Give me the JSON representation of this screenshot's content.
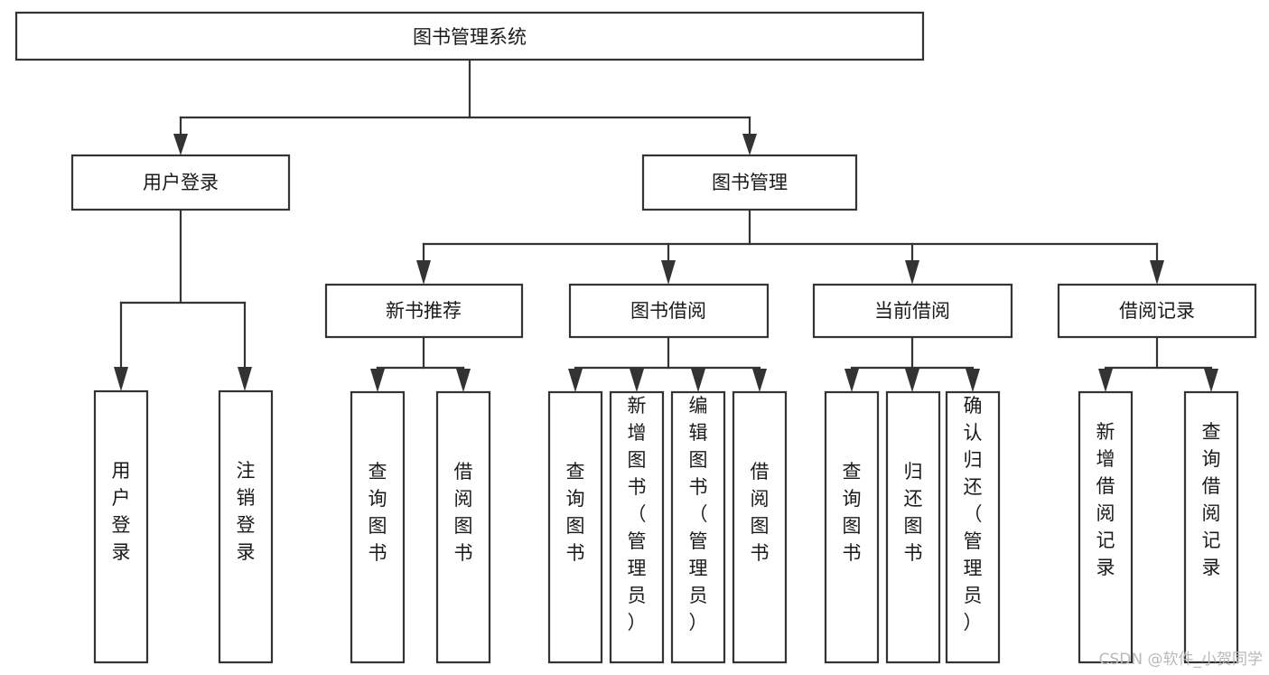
{
  "diagram": {
    "type": "tree-hierarchy-chart",
    "title": "图书管理系统",
    "colors": {
      "background": "#ffffff",
      "box_stroke": "#333333",
      "text": "#1a1a1a",
      "watermark": "#b9b9b9"
    },
    "nodes": {
      "root": {
        "label": "图书管理系统"
      },
      "level1": [
        {
          "id": "user-login",
          "label": "用户登录"
        },
        {
          "id": "book-management",
          "label": "图书管理"
        }
      ],
      "level2": [
        {
          "id": "new-book-recommend",
          "label": "新书推荐"
        },
        {
          "id": "book-borrow",
          "label": "图书借阅"
        },
        {
          "id": "current-borrow",
          "label": "当前借阅"
        },
        {
          "id": "borrow-record",
          "label": "借阅记录"
        }
      ],
      "leaves": {
        "user-login": [
          {
            "id": "leaf-user-login",
            "label": "用户登录"
          },
          {
            "id": "leaf-logout-login",
            "label": "注销登录"
          }
        ],
        "new-book-recommend": [
          {
            "id": "leaf-query-book-1",
            "label": "查询图书"
          },
          {
            "id": "leaf-borrow-book-1",
            "label": "借阅图书"
          }
        ],
        "book-borrow": [
          {
            "id": "leaf-query-book-2",
            "label": "查询图书"
          },
          {
            "id": "leaf-add-book",
            "label": "新增图书（管理员）"
          },
          {
            "id": "leaf-edit-book",
            "label": "编辑图书（管理员）"
          },
          {
            "id": "leaf-borrow-book-2",
            "label": "借阅图书"
          }
        ],
        "current-borrow": [
          {
            "id": "leaf-query-book-3",
            "label": "查询图书"
          },
          {
            "id": "leaf-return-book",
            "label": "归还图书"
          },
          {
            "id": "leaf-confirm-return",
            "label": "确认归还（管理员）"
          }
        ],
        "borrow-record": [
          {
            "id": "leaf-add-record",
            "label": "新增借阅记录"
          },
          {
            "id": "leaf-query-record",
            "label": "查询借阅记录"
          }
        ]
      }
    },
    "watermark": "CSDN @软件_小贺同学"
  }
}
